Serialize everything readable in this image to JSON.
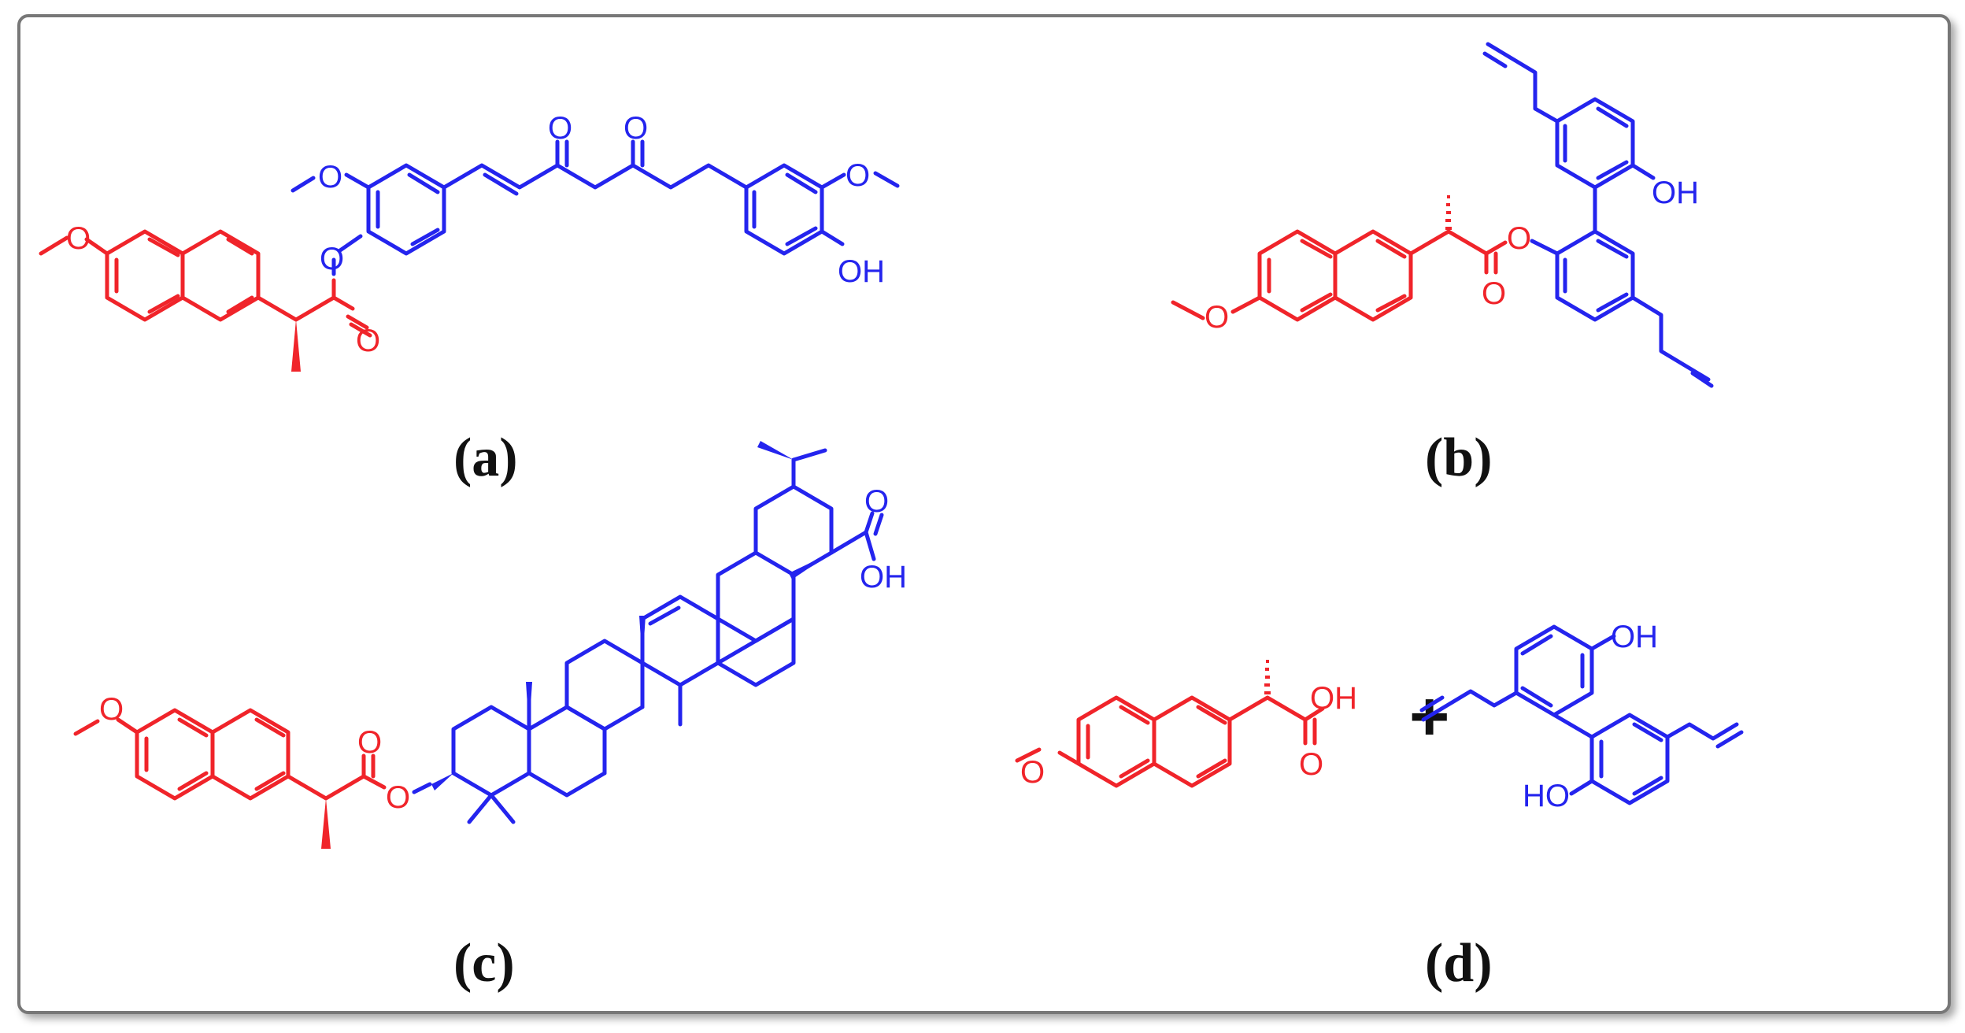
{
  "panels": {
    "a": {
      "caption": "(a)",
      "atoms": {
        "o_methoxy_left": "O",
        "o_ester": "O",
        "o_carbonyl": "O",
        "o_methoxy_mid": "O",
        "o_keto1": "O",
        "o_keto2": "O",
        "o_methoxy_right": "O",
        "oh_right": "OH"
      }
    },
    "b": {
      "caption": "(b)",
      "atoms": {
        "o_methoxy": "O",
        "o_ester": "O",
        "o_carbonyl": "O",
        "oh": "OH"
      }
    },
    "c": {
      "caption": "(c)",
      "atoms": {
        "o_methoxy": "O",
        "o_ester": "O",
        "o_carbonyl": "O",
        "o_acid": "O",
        "oh_acid": "OH"
      }
    },
    "d": {
      "caption": "(d)",
      "operator": "+",
      "atoms": {
        "o_methoxy": "O",
        "oh_acid": "OH",
        "o_acid": "O",
        "oh_top": "OH",
        "oh_bottom": "HO"
      }
    }
  },
  "colors": {
    "naproxen_fragment": "#f0242a",
    "partner_fragment": "#2424ee",
    "frame_border": "#777777"
  }
}
